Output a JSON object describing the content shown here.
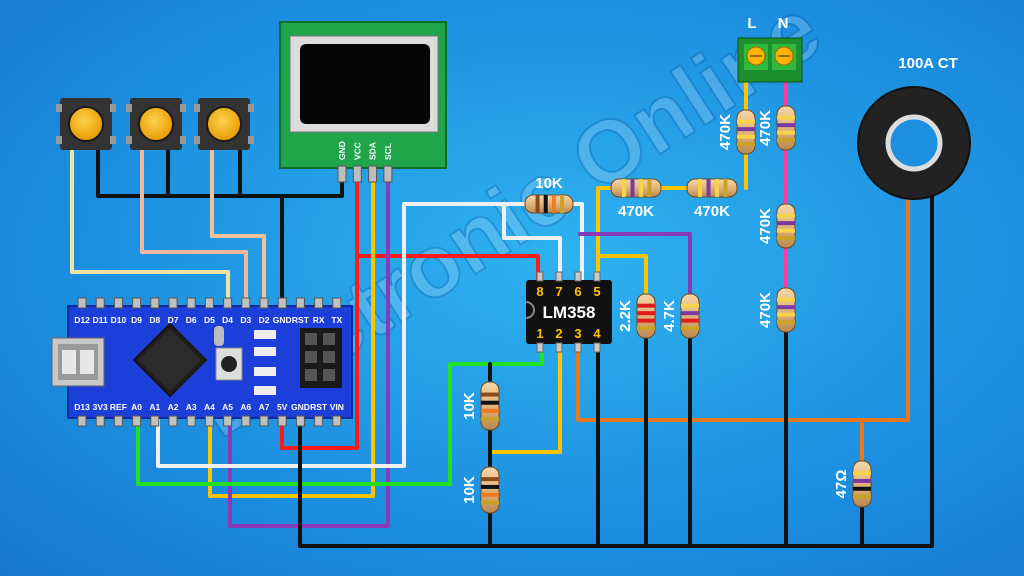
{
  "watermark": "Electronic Online",
  "lcd": {
    "pins": [
      "GND",
      "VCC",
      "SDA",
      "SCL"
    ]
  },
  "arduino": {
    "top_pins": [
      "D12",
      "D11",
      "D10",
      "D9",
      "D8",
      "D7",
      "D6",
      "D5",
      "D4",
      "D3",
      "D2",
      "GND",
      "RST",
      "RX",
      "TX"
    ],
    "bottom_pins": [
      "D13",
      "3V3",
      "REF",
      "A0",
      "A1",
      "A2",
      "A3",
      "A4",
      "A5",
      "A6",
      "A7",
      "5V",
      "GND",
      "RST",
      "VIN"
    ]
  },
  "opamp": {
    "name": "LM358",
    "top_pins": [
      "8",
      "7",
      "6",
      "5"
    ],
    "bottom_pins": [
      "1",
      "2",
      "3",
      "4"
    ]
  },
  "terminal": {
    "l": "L",
    "n": "N"
  },
  "ct": {
    "label": "100A CT"
  },
  "resistors": {
    "r_10k_top": "10K",
    "r_470k_h1": "470K",
    "r_470k_h2": "470K",
    "r_470k_v1": "470K",
    "r_470k_v2": "470K",
    "r_470k_v3": "470K",
    "r_470k_v4": "470K",
    "r_2_2k": "2.2K",
    "r_4_7k": "4.7K",
    "r_10k_v1": "10K",
    "r_10k_v2": "10K",
    "r_47": "47Ω"
  },
  "colors": {
    "background": "#1c8fe0",
    "board": "#1b3fd8",
    "lcd_board": "#1fa64a",
    "wire_red": "#ff1a1a",
    "wire_yellow": "#ffc400",
    "wire_purple": "#8a3ab8",
    "wire_orange": "#e8781e",
    "wire_green": "#22e022",
    "wire_white": "#f0f0f0",
    "wire_pink": "#ff3aa0"
  }
}
